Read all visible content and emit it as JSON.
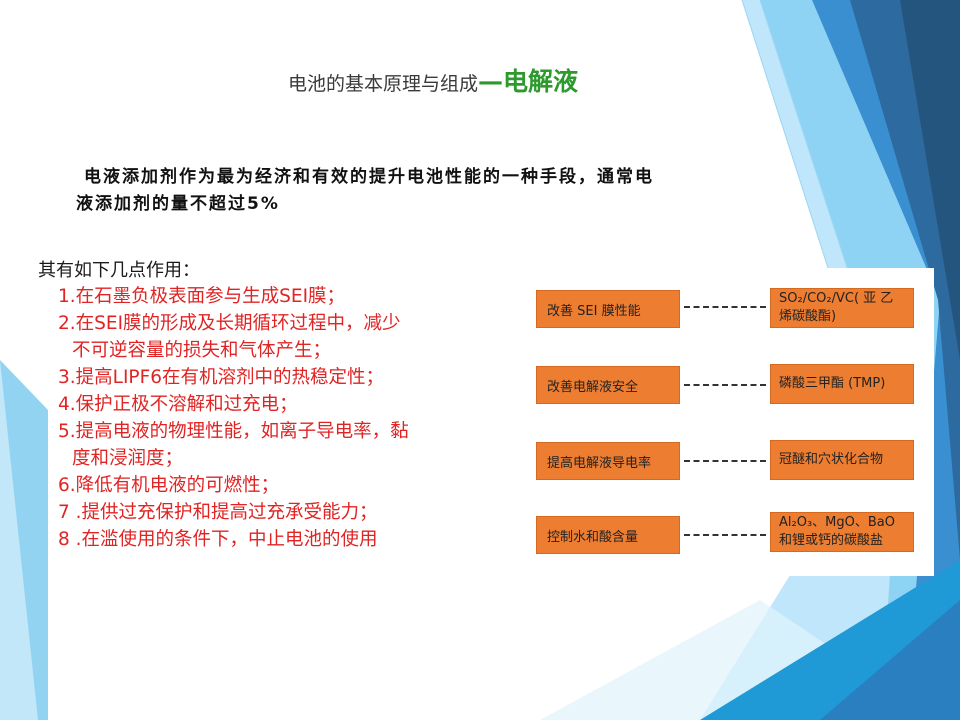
{
  "slide": {
    "title_prefix": "电池的基本原理与组成",
    "title_accent": "—电解液",
    "intro": {
      "line1": "电液添加剂作为最为经济和有效的提升电池性能的一种手段，通常电",
      "line2": "液添加剂的量不超过5%"
    },
    "roles_heading": "其有如下几点作用：",
    "roles": [
      "1.在石墨负极表面参与生成SEI膜；",
      "2.在SEI膜的形成及长期循环过程中，减少",
      "不可逆容量的损失和气体产生；",
      "3.提高LIPF6在有机溶剂中的热稳定性；",
      "4.保护正极不溶解和过充电；",
      "5.提高电液的物理性能，如离子导电率，黏",
      "度和浸润度；",
      "6.降低有机电液的可燃性；",
      "7 .提供过充保护和提高过充承受能力；",
      "8 .在滥使用的条件下，中止电池的使用"
    ],
    "diagram": [
      {
        "purpose": "改善 SEI 膜性能",
        "additive": "SO₂/CO₂/VC( 亚 乙烯碳酸酯)"
      },
      {
        "purpose": "改善电解液安全",
        "additive": "磷酸三甲酯 (TMP)"
      },
      {
        "purpose": "提高电解液导电率",
        "additive": "冠醚和穴状化合物"
      },
      {
        "purpose": "控制水和酸含量",
        "additive": "Al₂O₃、MgO、BaO 和锂或钙的碳酸盐"
      }
    ]
  },
  "colors": {
    "accent_green": "#2e9a2e",
    "role_red": "#e02424",
    "box_orange": "#ed7d31",
    "deco_blue_dark": "#2d6a9f",
    "deco_blue": "#2e8fd0",
    "deco_blue_light": "#8fd3f4"
  }
}
